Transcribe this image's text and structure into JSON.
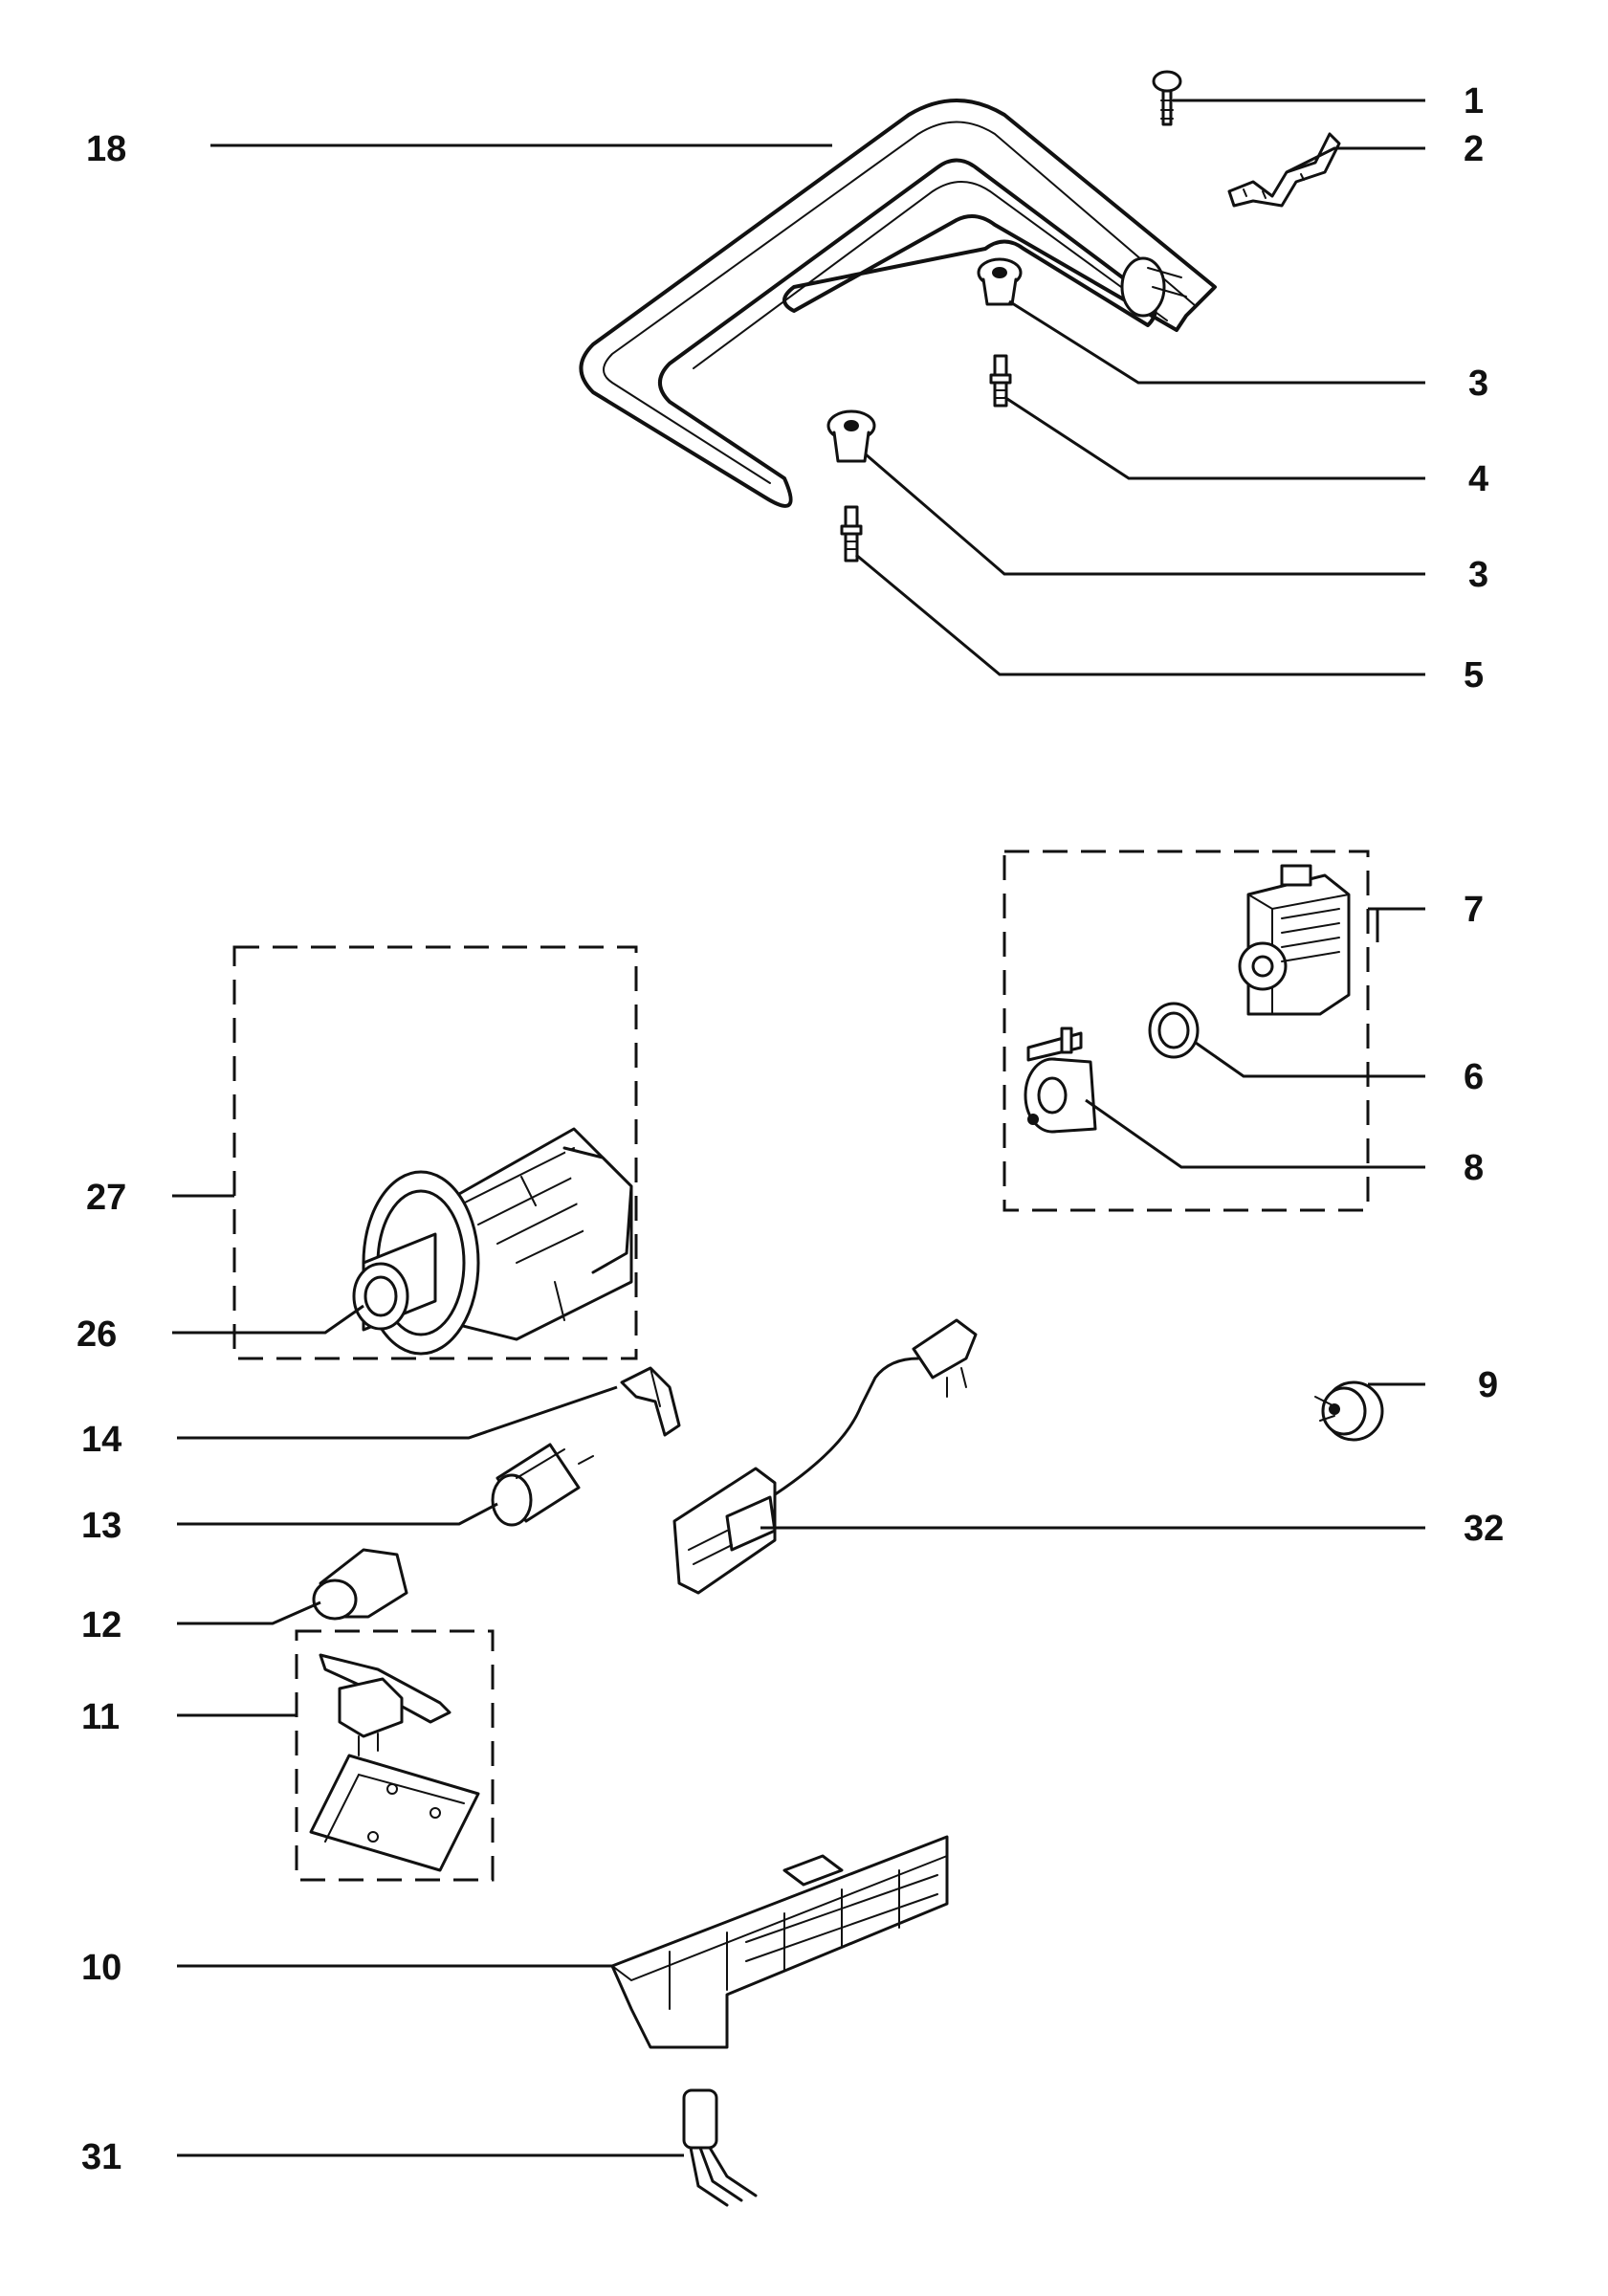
{
  "labels": {
    "l1": "1",
    "l2": "2",
    "l3a": "3",
    "l4": "4",
    "l3b": "3",
    "l5": "5",
    "l18": "18",
    "l7": "7",
    "l6": "6",
    "l8": "8",
    "l27": "27",
    "l26": "26",
    "l9": "9",
    "l14": "14",
    "l13": "13",
    "l32": "32",
    "l12": "12",
    "l11": "11",
    "l10": "10",
    "l31": "31"
  }
}
